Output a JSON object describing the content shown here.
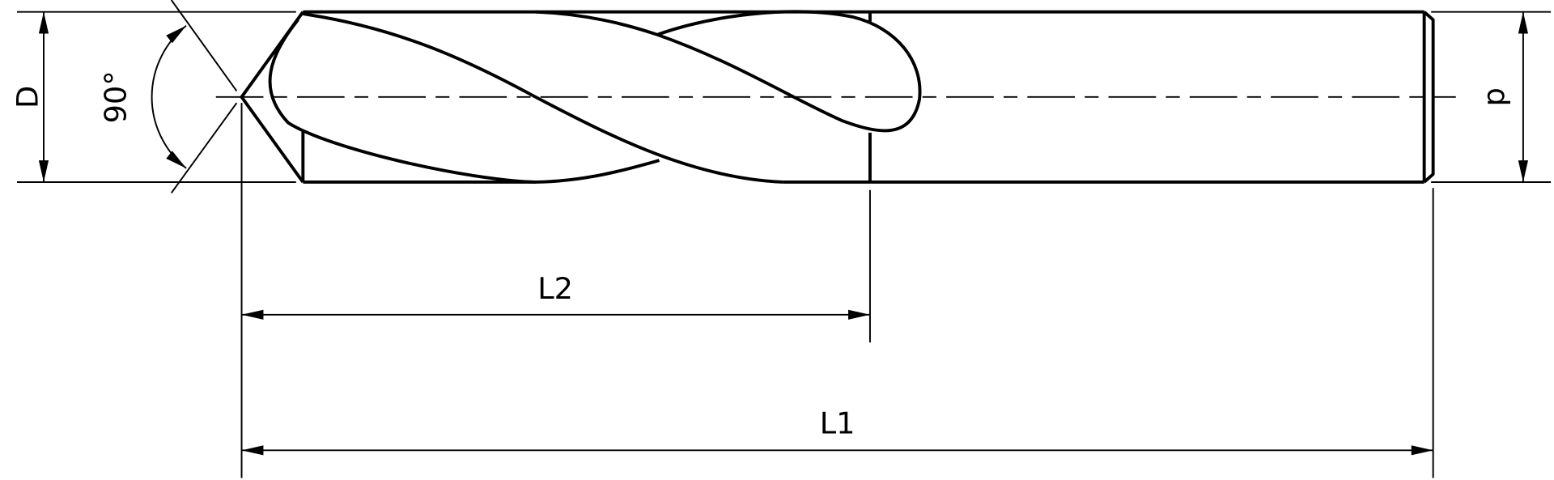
{
  "drawing": {
    "subject": "drill",
    "labels": {
      "diameter": "D",
      "shank_diameter": "d",
      "point_angle": "90°",
      "flute_length": "L2",
      "overall_length": "L1"
    },
    "line_color": "#000000",
    "background": "#ffffff"
  }
}
